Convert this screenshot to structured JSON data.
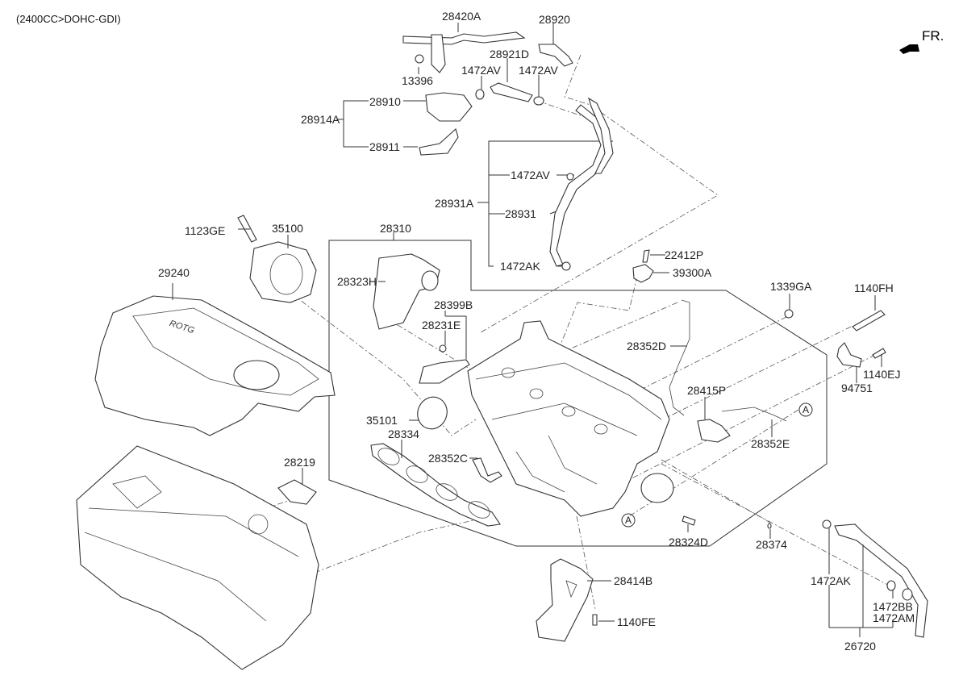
{
  "header": {
    "engine_variant": "(2400CC>DOHC-GDI)"
  },
  "orientation": {
    "label": "FR.",
    "icon": "front-direction-arrow-icon"
  },
  "callouts": {
    "A_top": "A",
    "A_bottom": "A"
  },
  "parts": {
    "p28420A": "28420A",
    "p28920": "28920",
    "p28921D": "28921D",
    "p13396": "13396",
    "p1472AV_1": "1472AV",
    "p1472AV_2": "1472AV",
    "p28910": "28910",
    "p28914A": "28914A",
    "p28911": "28911",
    "p1472AV_3": "1472AV",
    "p28931A": "28931A",
    "p28931": "28931",
    "p1472AK_1": "1472AK",
    "p1123GE": "1123GE",
    "p35100": "35100",
    "p28310": "28310",
    "p22412P": "22412P",
    "p39300A": "39300A",
    "p29240": "29240",
    "p28323H": "28323H",
    "p1339GA": "1339GA",
    "p1140FH": "1140FH",
    "p28399B": "28399B",
    "p28231E": "28231E",
    "p28352D": "28352D",
    "p1140EJ": "1140EJ",
    "p94751": "94751",
    "p28415P": "28415P",
    "p35101": "35101",
    "p28352E": "28352E",
    "p28334": "28334",
    "p28352C": "28352C",
    "p28219": "28219",
    "p28324D": "28324D",
    "p28374": "28374",
    "p1472AK_2": "1472AK",
    "p28414B": "28414B",
    "p1472BB": "1472BB",
    "p1472AM": "1472AM",
    "p1140FE": "1140FE",
    "p26720": "26720"
  }
}
